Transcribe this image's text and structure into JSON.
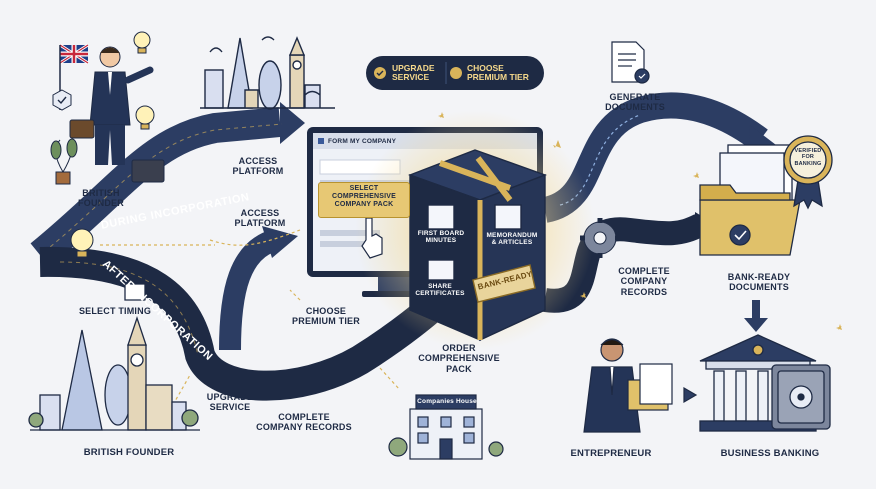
{
  "labels": {
    "british_founder_top": "BRITISH\nFOUNDER",
    "british_founder_bottom": "BRITISH FOUNDER",
    "access_platform_1": "ACCESS\nPLATFORM",
    "access_platform_2": "ACCESS\nPLATFORM",
    "during_incorporation": "DURING INCORPORATION",
    "after_incorporation": "AFTER INCORPORATION",
    "select_timing": "SELECT TIMING",
    "upgrade_service_pill": "UPGRADE\nSERVICE",
    "choose_premium_pill": "CHOOSE\nPREMIUM TIER",
    "form_my_company": "FORM MY COMPANY",
    "select_pack": "SELECT\nCOMPREHENSIVE\nCOMPANY PACK",
    "first_board_minutes": "FIRST BOARD\nMINUTES",
    "memorandum_articles": "MEMORANDUM\n& ARTICLES",
    "share_certificates": "SHARE\nCERTIFICATES",
    "bank_ready_stamp": "BANK-READY",
    "choose_premium_tier": "CHOOSE\nPREMIUM TIER",
    "order_pack": "ORDER\nCOMPREHENSIVE\nPACK",
    "upgrade_service": "UPGRADE\nSERVICE",
    "complete_records_bottom": "COMPLETE\nCOMPANY RECORDS",
    "companies_house": "Companies House",
    "generate_documents": "GENERATE\nDOCUMENTS",
    "complete_records_right": "COMPLETE\nCOMPANY\nRECORDS",
    "verified_badge": "VERIFIED\nFOR BANKING",
    "bank_ready_documents": "BANK-READY\nDOCUMENTS",
    "entrepreneur": "ENTREPRENEUR",
    "business_banking": "BUSINESS BANKING"
  },
  "colors": {
    "navy": "#1e2a44",
    "navy_mid": "#2e3f66",
    "gold": "#d9b45a",
    "gold_light": "#f6d98c",
    "background": "#f3f4f7"
  },
  "icons": [
    "uk-flag-icon",
    "briefcase-icon",
    "lightbulb-icon",
    "clock-icon",
    "gear-icon",
    "document-icon",
    "folder-icon",
    "verified-badge-icon",
    "bank-icon",
    "safe-icon",
    "cursor-hand-icon",
    "big-ben-icon",
    "tower-bridge-icon",
    "shard-icon",
    "gherkin-icon",
    "companies-house-building-icon"
  ]
}
